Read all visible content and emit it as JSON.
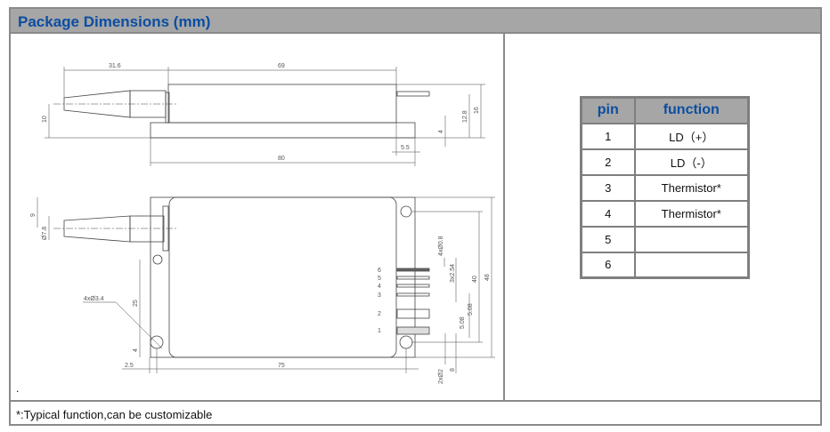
{
  "header": {
    "title": "Package Dimensions (mm)"
  },
  "drawing": {
    "top_view": {
      "d1": "31.6",
      "d2": "69",
      "d3": "10",
      "d4": "12.8",
      "d5": "16",
      "d6": "4",
      "d7": "5.5",
      "d8": "80"
    },
    "bottom_view": {
      "d1": "9",
      "d2": "Ø7.8",
      "d3": "4xØ3.4",
      "d4": "25",
      "d5": "4",
      "d6": "2.5",
      "d7": "75",
      "d8": "40",
      "d9": "48",
      "d10": "4xØ0.8",
      "d11": "3x2.54",
      "d12": "5.08",
      "d13": "5.08",
      "d14": "2xØ2",
      "d15": "8"
    },
    "pin_labels": [
      "6",
      "5",
      "4",
      "3",
      "2",
      "1"
    ],
    "note_dot": "."
  },
  "pin_table": {
    "headers": [
      "pin",
      "function"
    ],
    "rows": [
      [
        "1",
        "LD（+）"
      ],
      [
        "2",
        "LD（-）"
      ],
      [
        "3",
        "Thermistor*"
      ],
      [
        "4",
        "Thermistor*"
      ],
      [
        "5",
        ""
      ],
      [
        "6",
        ""
      ]
    ]
  },
  "footer": {
    "note": "*:Typical function,can be customizable"
  }
}
